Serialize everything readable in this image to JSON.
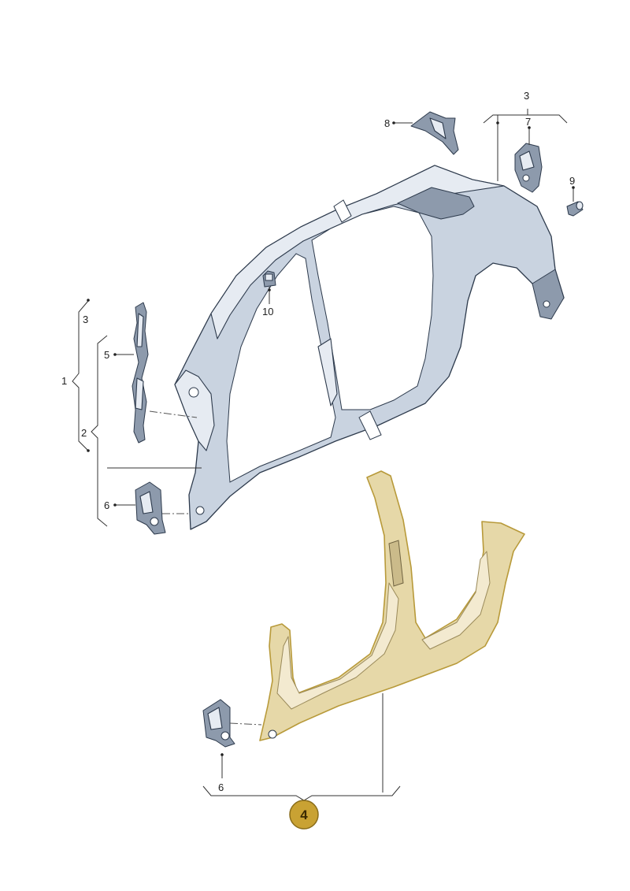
{
  "callouts": {
    "part_1": "1",
    "part_2": "2",
    "part_3_left": "3",
    "part_3_top": "3",
    "part_4": "4",
    "part_5": "5",
    "part_6_upper": "6",
    "part_6_lower": "6",
    "part_7": "7",
    "part_8": "8",
    "part_9": "9",
    "part_10": "10"
  },
  "colors": {
    "highlight_part": "#c9a233",
    "body_panel": "#c9d3e0",
    "outline": "#2d3a4c"
  }
}
